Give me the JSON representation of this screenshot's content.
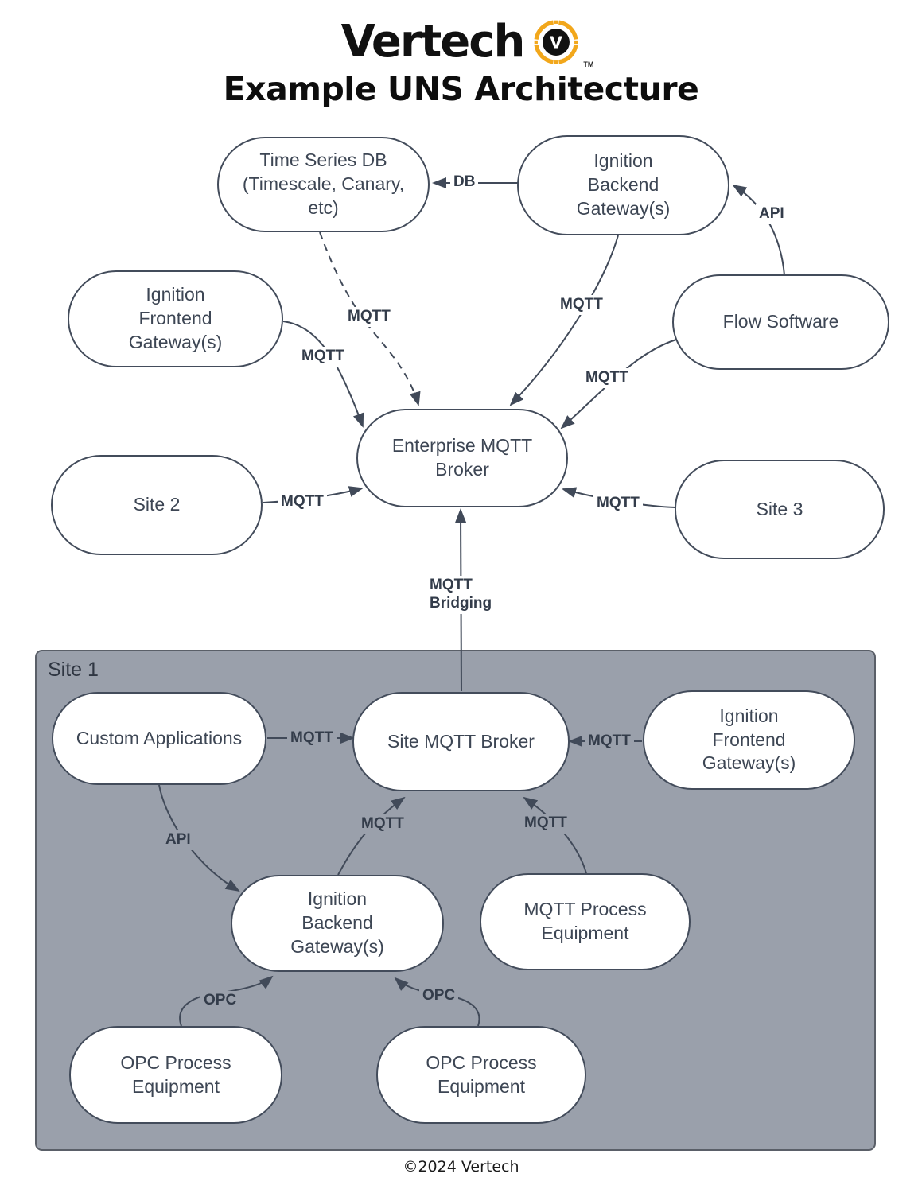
{
  "header": {
    "brand": "Vertech",
    "logo_letter": "V",
    "trademark": "TM",
    "title": "Example UNS Architecture"
  },
  "site1": {
    "label": "Site 1"
  },
  "nodes": {
    "time_series_db": "Time Series DB\n(Timescale, Canary,\netc)",
    "ignition_backend_top": "Ignition\nBackend\nGateway(s)",
    "ignition_frontend_top": "Ignition\nFrontend\nGateway(s)",
    "flow_software": "Flow Software",
    "enterprise_broker": "Enterprise MQTT\nBroker",
    "site2": "Site 2",
    "site3": "Site 3",
    "custom_apps": "Custom Applications",
    "site_broker": "Site MQTT Broker",
    "ignition_frontend_site": "Ignition\nFrontend\nGateway(s)",
    "ignition_backend_site": "Ignition\nBackend\nGateway(s)",
    "mqtt_process": "MQTT Process\nEquipment",
    "opc_left": "OPC Process\nEquipment",
    "opc_right": "OPC Process\nEquipment"
  },
  "edge_labels": {
    "db": "DB",
    "api_flow": "API",
    "mqtt_timeseries": "MQTT",
    "mqtt_frontend_top": "MQTT",
    "mqtt_backend_top": "MQTT",
    "mqtt_flow": "MQTT",
    "mqtt_site2": "MQTT",
    "mqtt_site3": "MQTT",
    "mqtt_bridging": "MQTT\nBridging",
    "mqtt_custom_apps": "MQTT",
    "mqtt_frontend_site": "MQTT",
    "api_site": "API",
    "mqtt_backend_site": "MQTT",
    "mqtt_process_equipment": "MQTT",
    "opc_left": "OPC",
    "opc_right": "OPC"
  },
  "footer": {
    "copyright": "©2024 Vertech"
  },
  "colors": {
    "line": "#414a59",
    "node_fill": "#ffffff",
    "node_text": "#3d4654",
    "site_box_fill": "#9aa0ab",
    "site_box_border": "#5a5f68",
    "logo_accent": "#f2a71b",
    "title_text": "#0d0d0d"
  }
}
